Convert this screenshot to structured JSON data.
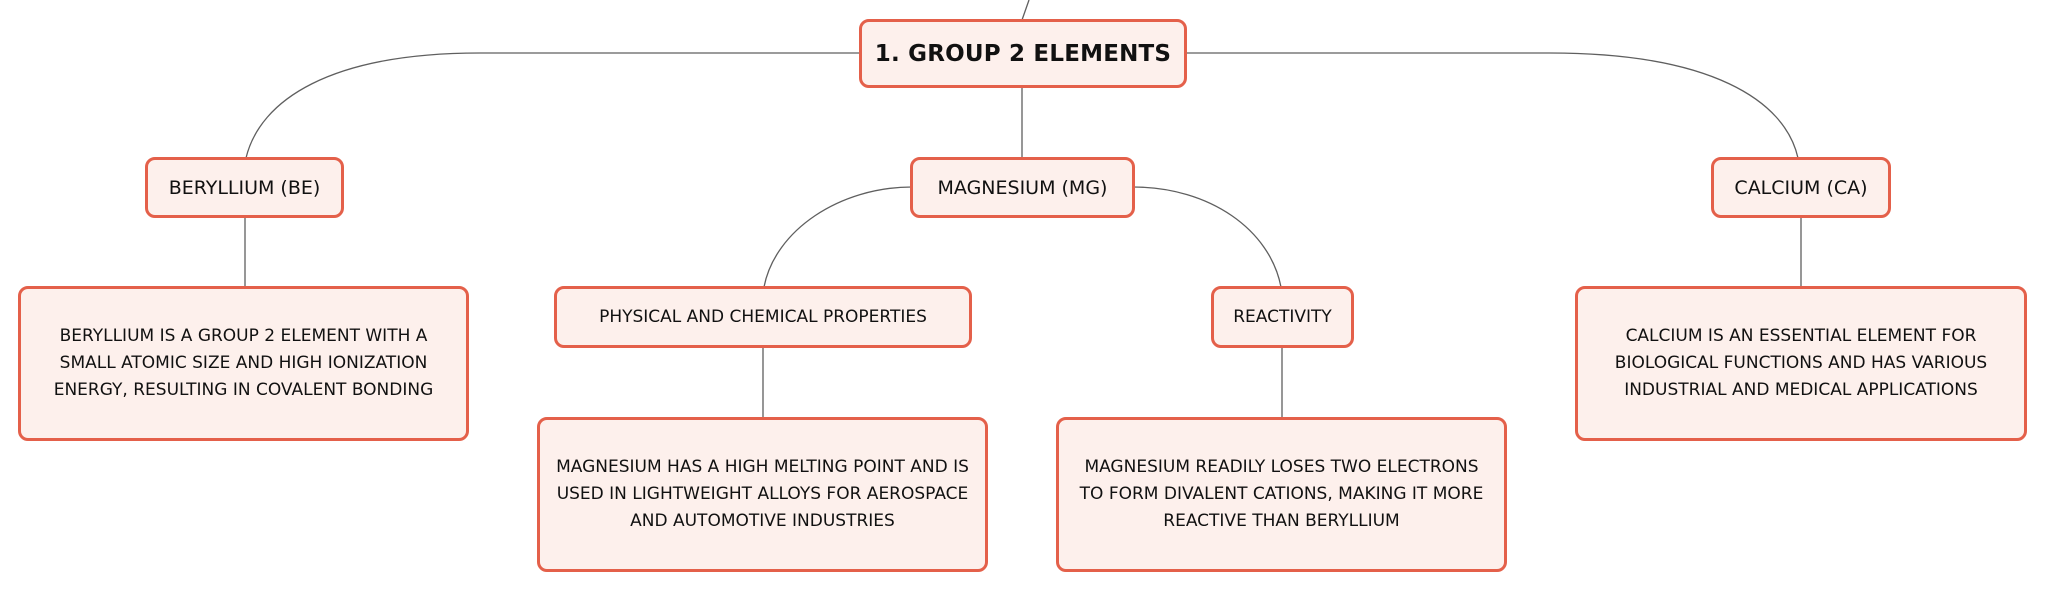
{
  "mindmap": {
    "root": "1. Group 2 Elements",
    "beryllium": {
      "title": "Beryllium (Be)",
      "detail": "Beryllium is a group 2 element with a small atomic size and high ionization energy, resulting in covalent bonding"
    },
    "magnesium": {
      "title": "Magnesium (Mg)",
      "properties": {
        "title": "Physical and Chemical Properties",
        "detail": "Magnesium has a high melting point and is used in lightweight alloys for aerospace and automotive industries"
      },
      "reactivity": {
        "title": "Reactivity",
        "detail": "Magnesium readily loses two electrons to form divalent cations, making it more reactive than beryllium"
      }
    },
    "calcium": {
      "title": "Calcium (Ca)",
      "detail": "Calcium is an essential element for biological functions and has various industrial and medical applications"
    }
  },
  "colors": {
    "node_border": "#e4604a",
    "node_fill": "#fdf0ec",
    "connector": "#5f5f5f",
    "text": "#111111"
  }
}
